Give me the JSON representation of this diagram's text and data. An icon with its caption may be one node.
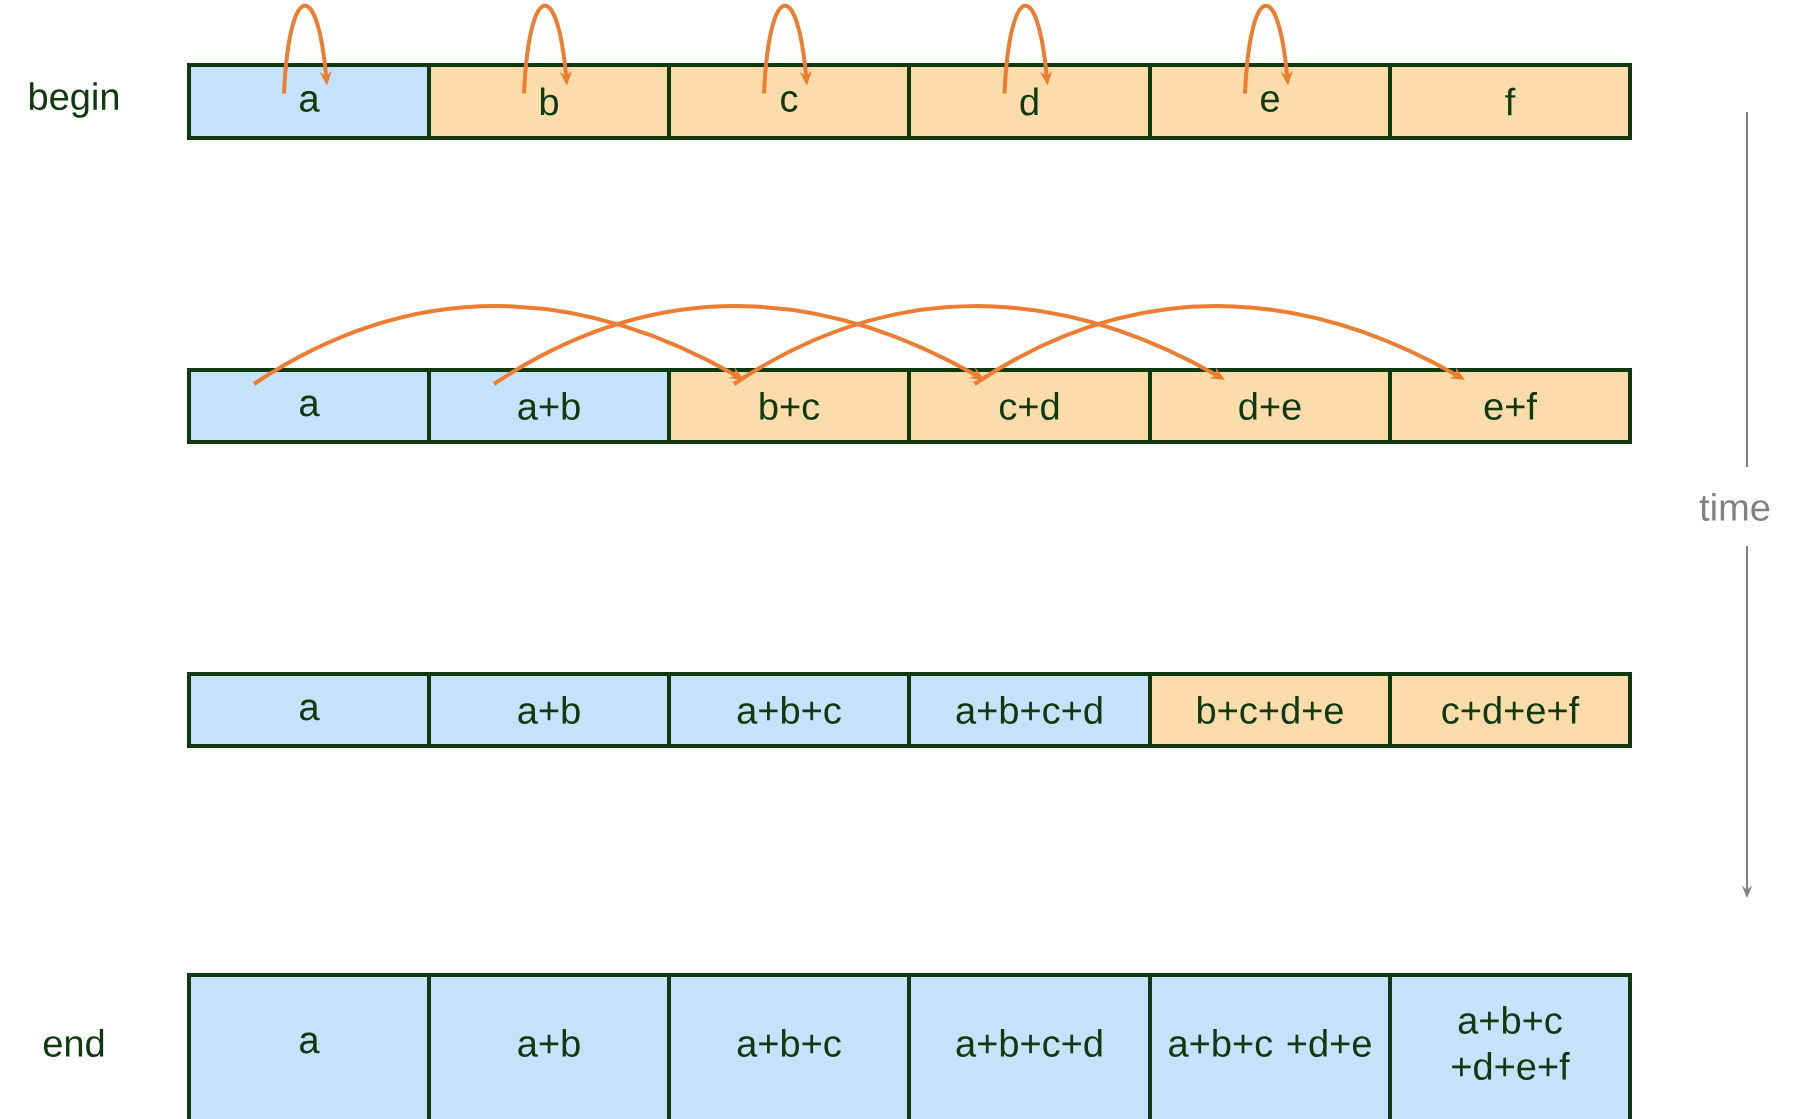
{
  "diagram": {
    "nodes": [
      {
        "text": [
          "a"
        ]
      },
      {
        "text": [
          "b"
        ]
      },
      {
        "text": [
          "c"
        ]
      },
      {
        "text": [
          "d"
        ]
      },
      {
        "text": [
          "e"
        ]
      },
      {
        "text": [
          "f"
        ]
      },
      {
        "text": [
          "a"
        ]
      },
      {
        "text": [
          "a+b"
        ]
      },
      {
        "text": [
          "b+c"
        ]
      },
      {
        "text": [
          "c+d"
        ]
      },
      {
        "text": [
          "d+e"
        ]
      },
      {
        "text": [
          "e+f"
        ]
      },
      {
        "text": [
          "a"
        ]
      },
      {
        "text": [
          "a+b"
        ]
      },
      {
        "text": [
          "a+b+c"
        ]
      },
      {
        "text": [
          "a+b+c+d"
        ]
      },
      {
        "text": [
          "b+c+d+e"
        ]
      },
      {
        "text": [
          "c+d+e+f"
        ]
      },
      {
        "text": [
          "a"
        ]
      },
      {
        "text": [
          "a+b"
        ]
      },
      {
        "text": [
          "a+b+c"
        ]
      },
      {
        "text": [
          "a+b+c+d"
        ]
      },
      {
        "text": [
          "a+b+c +d+e"
        ]
      },
      {
        "text": [
          "a+b+c +d+e+f"
        ]
      }
    ],
    "edges": [
      {
        "from": 0,
        "to": 0,
        "arrow": "to"
      },
      {
        "from": 1,
        "to": 1,
        "arrow": "to"
      },
      {
        "from": 2,
        "to": 2,
        "arrow": "to"
      },
      {
        "from": 3,
        "to": 3,
        "arrow": "to"
      },
      {
        "from": 4,
        "to": 4,
        "arrow": "to"
      },
      {
        "from": 6,
        "to": 8,
        "arrow": "to"
      },
      {
        "from": 7,
        "to": 9,
        "arrow": "to"
      },
      {
        "from": 8,
        "to": 10,
        "arrow": "to"
      },
      {
        "from": 9,
        "to": 11,
        "arrow": "to"
      }
    ],
    "labels": [
      "begin",
      "time",
      "end"
    ]
  }
}
